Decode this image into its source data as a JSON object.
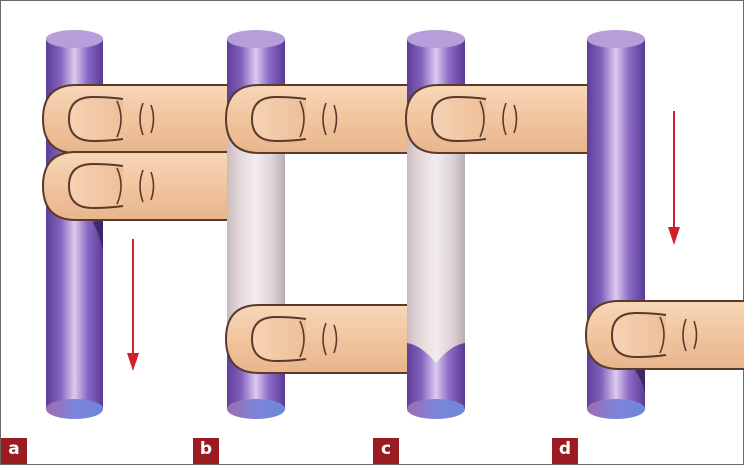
{
  "panels": [
    {
      "label": "a"
    },
    {
      "label": "b"
    },
    {
      "label": "c"
    },
    {
      "label": "d"
    }
  ],
  "colors": {
    "vein_purple": "#7b55b3",
    "vein_highlight": "#d9c6ee",
    "emptied_vein": "#e4d7da",
    "skin": "#f3c9a4",
    "skin_outline": "#5a3a2a",
    "arrow_red": "#d0202a",
    "label_bg": "#9a1b22"
  }
}
